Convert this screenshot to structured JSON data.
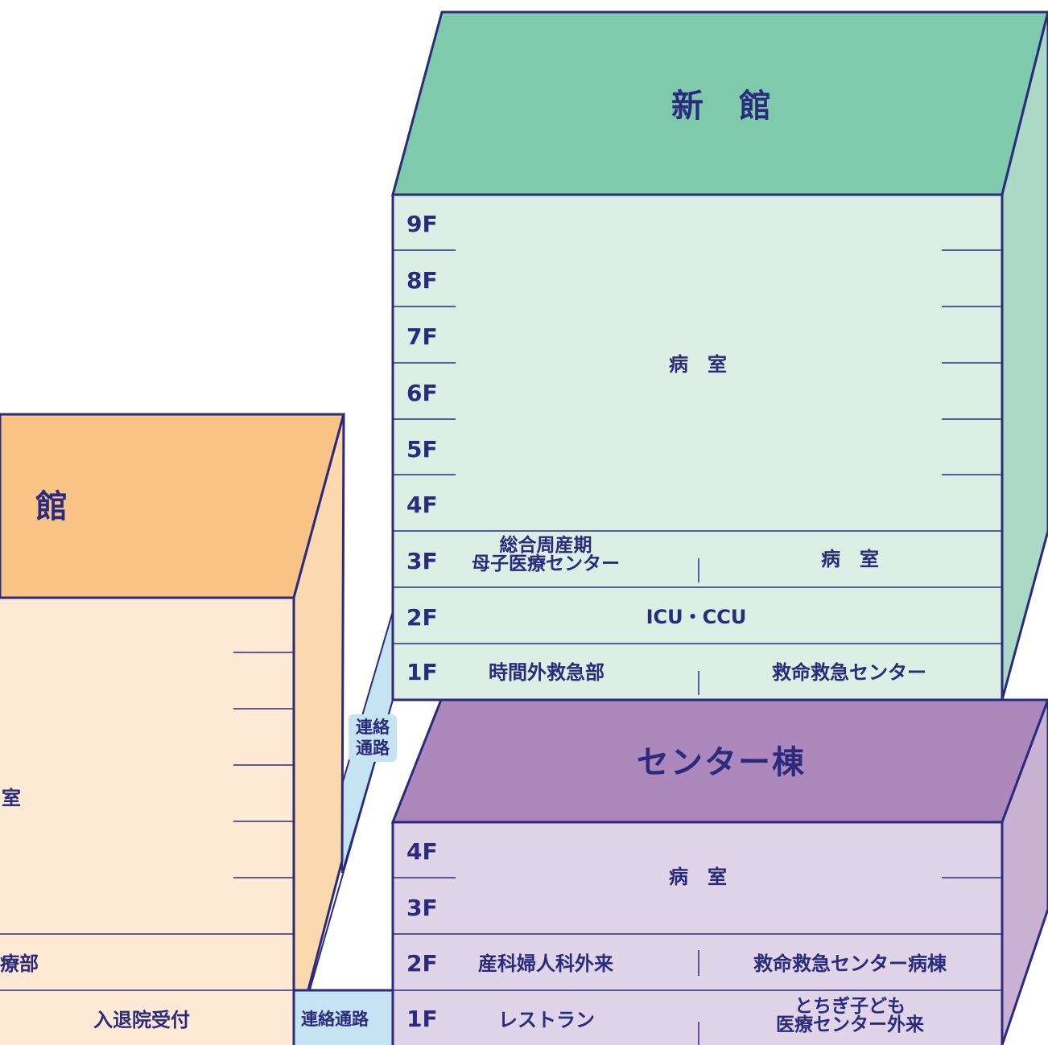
{
  "colors": {
    "ink": "#2b2b7e",
    "new_building_roof": "#7fcaac",
    "new_building_front": "#ddeee4",
    "new_building_side": "#acd9c5",
    "main_building_roof": "#f9c486",
    "main_building_front": "#fde9d4",
    "main_building_side": "#fbd8ad",
    "center_building_roof": "#ad88bd",
    "center_building_front": "#e0d4e8",
    "center_building_side": "#c9b1d4",
    "corridor": "#c6e3f3"
  },
  "new_building": {
    "title": "新　館",
    "floors": [
      "9F",
      "8F",
      "7F",
      "6F",
      "5F",
      "4F",
      "3F",
      "2F",
      "1F"
    ],
    "wards_label": "病　室",
    "f3_left_line1": "総合周産期",
    "f3_left_line2": "母子医療センター",
    "f3_right": "病　室",
    "f2": "ICU・CCU",
    "f1_left": "時間外救急部",
    "f1_right": "救命救急センター"
  },
  "main_building": {
    "title": "館",
    "wards_label": "室",
    "f2_fragment": "療部",
    "f1": "入退院受付"
  },
  "center_building": {
    "title": "センター棟",
    "floors": [
      "4F",
      "3F",
      "2F",
      "1F"
    ],
    "wards_label": "病　室",
    "f2_left": "産科婦人科外来",
    "f2_right": "救命救急センター病棟",
    "f1_left": "レストラン",
    "f1_right_line1": "とちぎ子ども",
    "f1_right_line2": "医療センター外来"
  },
  "corridors": {
    "upper_line1": "連絡",
    "upper_line2": "通路",
    "lower": "連絡通路"
  }
}
